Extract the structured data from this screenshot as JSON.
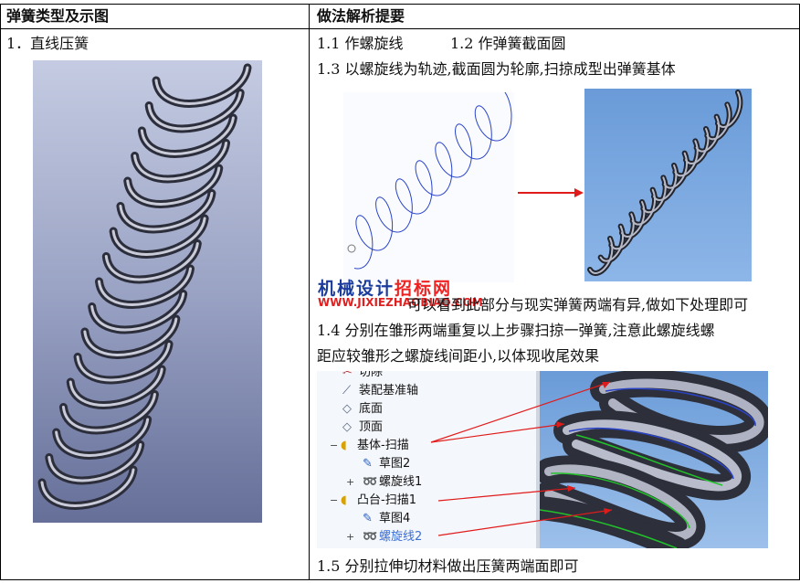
{
  "table": {
    "header_left": "弹簧类型及示图",
    "header_right": "做法解析提要"
  },
  "left": {
    "item_title": "1．直线压簧"
  },
  "right": {
    "step_1_1": "1.1 作螺旋线",
    "step_1_2": "1.2 作弹簧截面圆",
    "step_1_3": "1.3 以螺旋线为轨迹,截面圆为轮廓,扫掠成型出弹簧基体",
    "note_line": "可以看到此部分与现实弹簧两端有异,做如下处理即可",
    "step_1_4_a": "1.4  分别在雏形两端重复以上步骤扫掠一弹簧,注意此螺旋线螺",
    "step_1_4_b": "距应较雏形之螺旋线间距小,以体现收尾效果",
    "step_1_5": "1.5 分别拉伸切材料做出压簧两端面即可"
  },
  "tree": {
    "items": [
      {
        "icon": "cut-icon",
        "label": "切除"
      },
      {
        "icon": "axis-icon",
        "label": "装配基准轴"
      },
      {
        "icon": "plane-icon",
        "label": "底面"
      },
      {
        "icon": "plane-icon",
        "label": "顶面"
      },
      {
        "icon": "sweep-icon",
        "label": "基体-扫描"
      },
      {
        "icon": "sketch-icon",
        "label": "草图2"
      },
      {
        "icon": "helix-icon",
        "label": "螺旋线1"
      },
      {
        "icon": "sweep-icon",
        "label": "凸台-扫描1"
      },
      {
        "icon": "sketch-icon",
        "label": "草图4"
      },
      {
        "icon": "helix-icon",
        "label": "螺旋线2"
      }
    ]
  },
  "watermark": {
    "title_a": "机械设计",
    "title_b": "招标网",
    "url": "WWW.JIXIEZHAOBIAO.COM"
  },
  "colors": {
    "arrow": "#e01b1b",
    "helix_path": "#2a44c8",
    "spring_metal": "#7a7f96",
    "image_bg_top": "#bcc4de",
    "image_bg_bottom": "#6f79a2",
    "render_bg": "#6fa1dc"
  }
}
